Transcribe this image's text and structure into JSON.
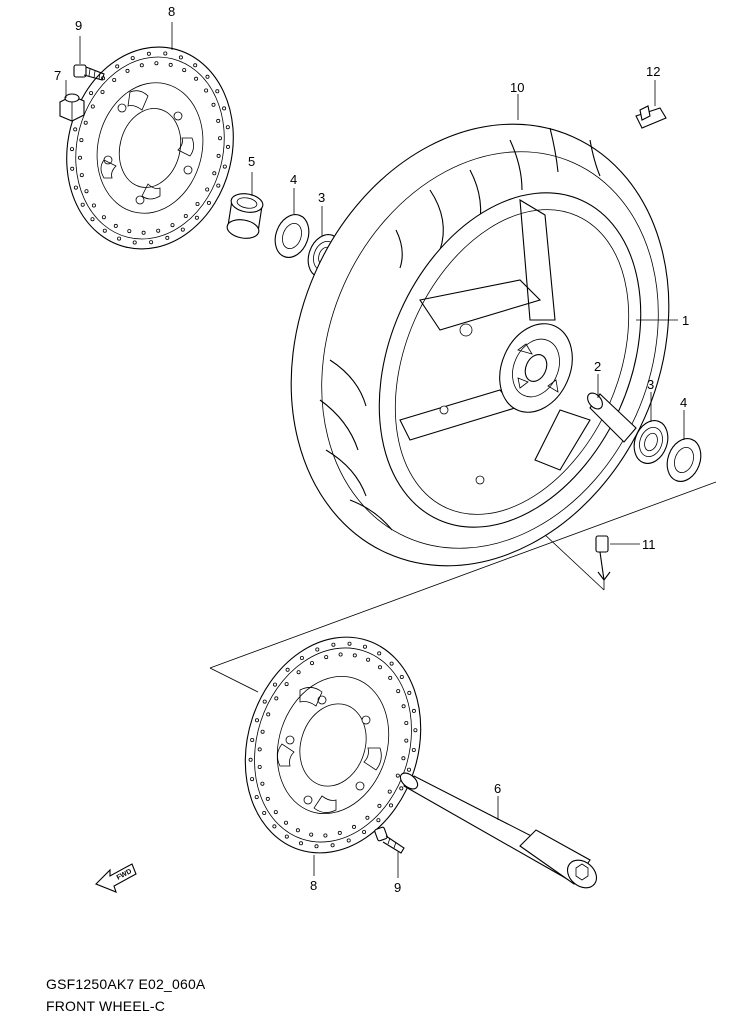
{
  "diagram": {
    "code": "GSF1250AK7 E02_060A",
    "title": "FRONT WHEEL-C",
    "fwd_label": "FWD",
    "callouts": [
      "1",
      "2",
      "3",
      "3",
      "4",
      "4",
      "5",
      "6",
      "7",
      "8",
      "8",
      "9",
      "9",
      "10",
      "11",
      "12"
    ]
  }
}
